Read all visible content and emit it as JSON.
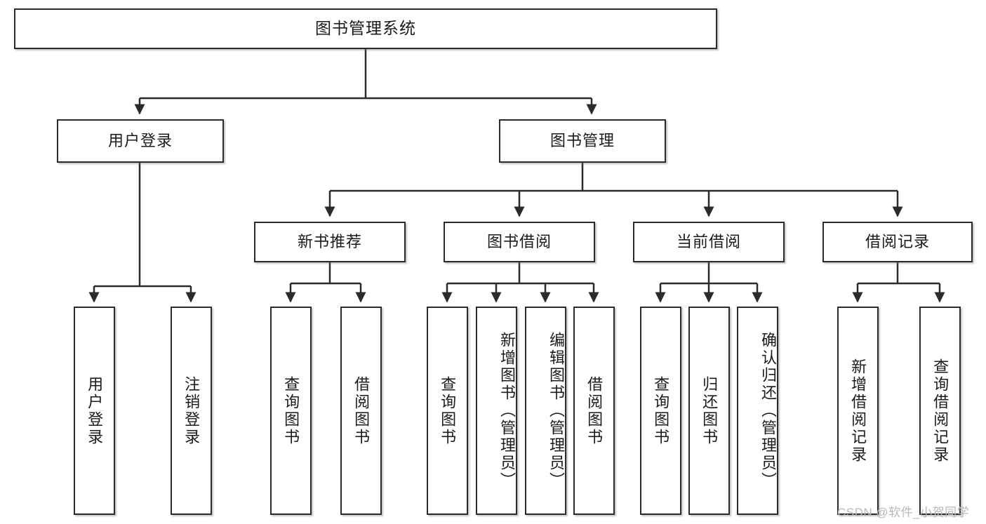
{
  "diagram": {
    "type": "hierarchy-tree",
    "title": "图书管理系统",
    "watermark": "CSDN @软件_小贺同学",
    "colors": {
      "node_border": "#2b2b2b",
      "node_fill": "#ffffff",
      "edge": "#2b2b2b",
      "text": "#1b1b1b",
      "watermark": "#b9b9b9"
    },
    "nodes": {
      "root": {
        "label": "图书管理系统"
      },
      "level2": [
        {
          "id": "user-login",
          "label": "用户登录"
        },
        {
          "id": "book-manage",
          "label": "图书管理"
        }
      ],
      "level3": [
        {
          "id": "new-book-rec",
          "label": "新书推荐"
        },
        {
          "id": "book-borrow",
          "label": "图书借阅"
        },
        {
          "id": "current-borrow",
          "label": "当前借阅"
        },
        {
          "id": "borrow-record",
          "label": "借阅记录"
        }
      ],
      "leaves": [
        {
          "id": "leaf-user-login",
          "label": "用户登录",
          "parent": "user-login"
        },
        {
          "id": "leaf-logout",
          "label": "注销登录",
          "parent": "user-login"
        },
        {
          "id": "leaf-query-book-1",
          "label": "查询图书",
          "parent": "new-book-rec"
        },
        {
          "id": "leaf-borrow-book-1",
          "label": "借阅图书",
          "parent": "new-book-rec"
        },
        {
          "id": "leaf-query-book-2",
          "label": "查询图书",
          "parent": "book-borrow"
        },
        {
          "id": "leaf-add-book",
          "label": "新增图书（管理员）",
          "parent": "book-borrow"
        },
        {
          "id": "leaf-edit-book",
          "label": "编辑图书（管理员）",
          "parent": "book-borrow"
        },
        {
          "id": "leaf-borrow-book-2",
          "label": "借阅图书",
          "parent": "book-borrow"
        },
        {
          "id": "leaf-query-book-3",
          "label": "查询图书",
          "parent": "current-borrow"
        },
        {
          "id": "leaf-return-book",
          "label": "归还图书",
          "parent": "current-borrow"
        },
        {
          "id": "leaf-confirm-return",
          "label": "确认归还（管理员）",
          "parent": "current-borrow"
        },
        {
          "id": "leaf-add-record",
          "label": "新增借阅记录",
          "parent": "borrow-record"
        },
        {
          "id": "leaf-query-record",
          "label": "查询借阅记录",
          "parent": "borrow-record"
        }
      ]
    }
  }
}
